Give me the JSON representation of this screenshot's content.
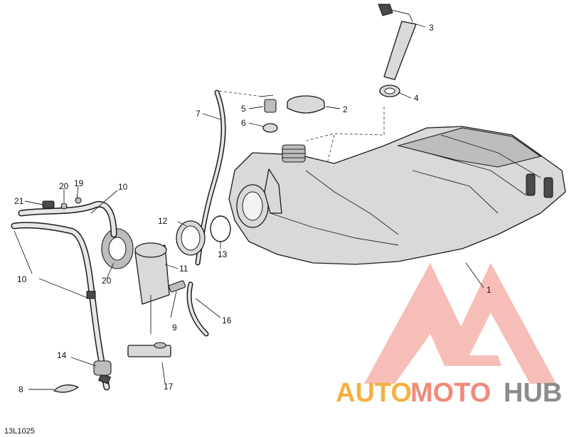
{
  "diagram": {
    "drawing_code": "13L1025",
    "callouts": {
      "c1": "1",
      "c2": "2",
      "c3": "3",
      "c4": "4",
      "c5": "5",
      "c6": "6",
      "c7": "7",
      "c8": "8",
      "c9": "9",
      "c10a": "10",
      "c10b": "10",
      "c11": "11",
      "c12": "12",
      "c13": "13",
      "c14": "14",
      "c16": "16",
      "c17": "17",
      "c19": "19",
      "c20a": "20",
      "c20b": "20",
      "c21": "21"
    }
  },
  "watermark": {
    "brand_auto": "AUTO",
    "brand_moto": "MOTO",
    "brand_hub": "HUB",
    "colors": {
      "auto": "#f5b041",
      "moto": "#f08a7a",
      "hub": "#8c8c8c",
      "logo": "#f2a49a"
    }
  }
}
